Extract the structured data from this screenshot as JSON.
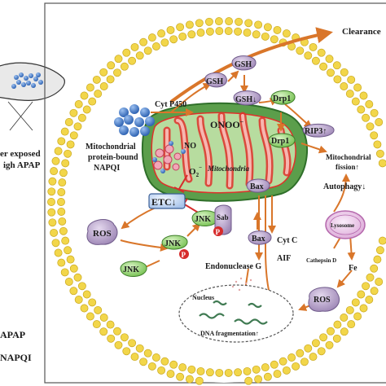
{
  "left_panel": {
    "liver_caption_line1": "er exposed",
    "liver_caption_line2": "igh APAP",
    "legend_apap": "APAP",
    "legend_napqi": "NAPQI"
  },
  "labels": {
    "clearance": "Clearance",
    "cyt_p450": "Cyt P450",
    "gsh_top": "GSH",
    "gsh_left": "GSH",
    "gsh_down": "GSH↓",
    "drp1_outer": "Drp1",
    "drp1_inner": "Drp1",
    "rip3": "RIP3↑",
    "onoo": "ONOO",
    "onoo_sup": "−",
    "no": "NO",
    "o2": "O",
    "o2_sub": "2",
    "o2_sup": "−",
    "mitochondria": "Mitochondria",
    "mito_protein_line1": "Mitochondrial",
    "mito_protein_line2": "protein-bound",
    "mito_protein_line3": "NAPQI",
    "mito_fission_line1": "Mitochondrial",
    "mito_fission_line2": "fission↑",
    "autophagy": "Autophagy↓",
    "etc": "ETC↓",
    "ros_left": "ROS",
    "jnk_upper": "JNK",
    "sab": "Sab",
    "p_upper": "P",
    "jnk_middle": "JNK",
    "p_middle": "P",
    "jnk_lower": "JNK",
    "bax_inner": "Bax",
    "bax_outer": "Bax",
    "cyt_c": "Cyt C",
    "aif": "AIF",
    "endonuclease": "Endonuclease G",
    "lysosome": "Lysosome",
    "cathepsin": "Cathepsin D",
    "fe": "Fe",
    "ros_right": "ROS",
    "nucleus": "Nucleus",
    "dna_frag": "DNA fragmentation↑"
  },
  "colors": {
    "membrane_head": "#f2d64a",
    "membrane_outline": "#c9a820",
    "mito_outer": "#3f8f3a",
    "mito_inner": "#a8d596",
    "mito_cristae": "#e0302a",
    "napqi_dot": "#4a7fc9",
    "node_purple": "#b7a3c9",
    "node_green": "#9fd77e",
    "node_blue": "#cfe0f7",
    "arrow_orange": "#d9762a",
    "p_badge": "#d62b2b",
    "lysosome": "#e9c7e6"
  }
}
